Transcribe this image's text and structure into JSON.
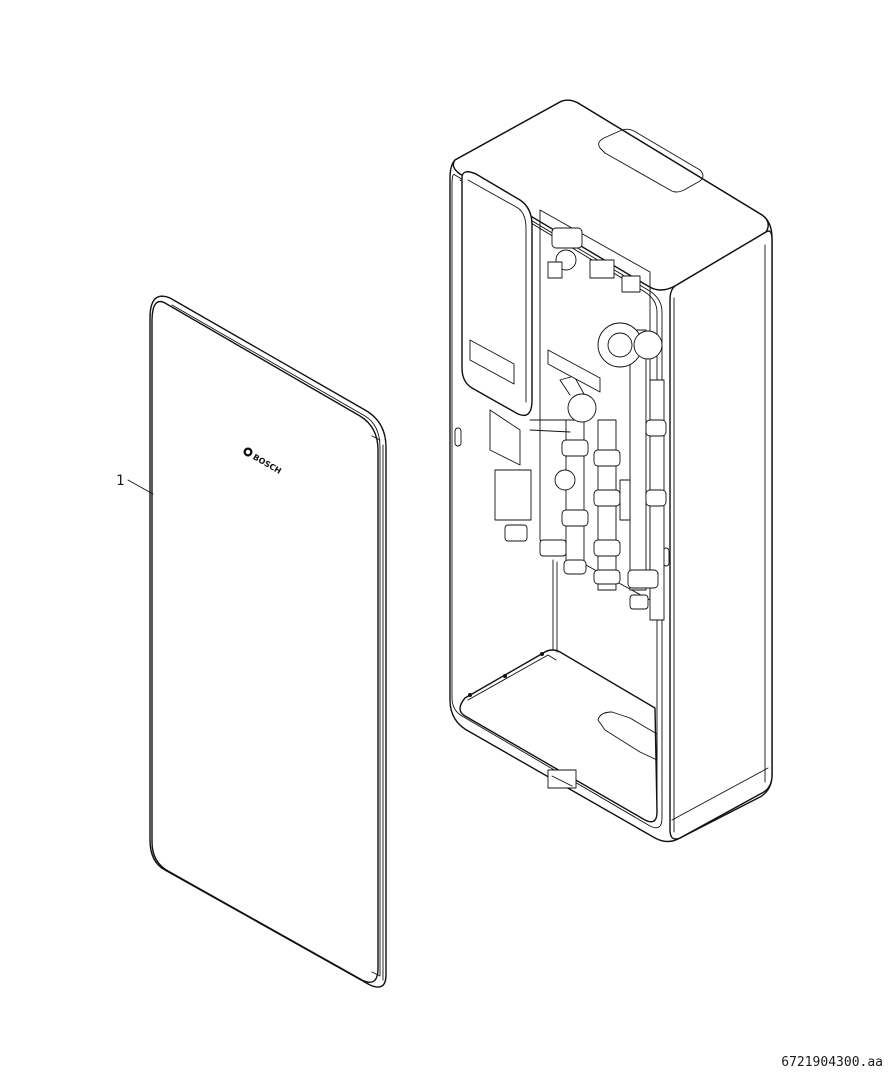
{
  "callouts": [
    {
      "label": "1"
    }
  ],
  "brand_logo": "BOSCH",
  "document_number": "6721904300.aa"
}
